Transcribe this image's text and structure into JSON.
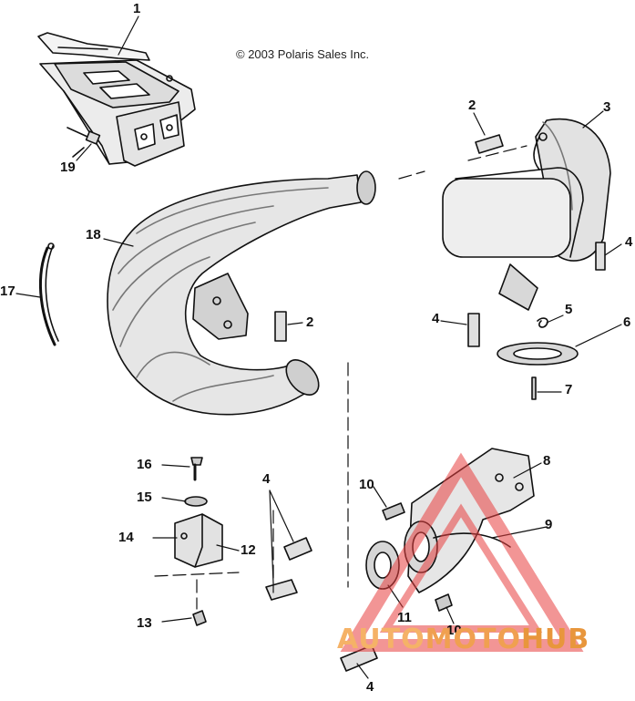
{
  "copyright": "© 2003 Polaris Sales Inc.",
  "callouts": {
    "c1": "1",
    "c2a": "2",
    "c2b": "2",
    "c3": "3",
    "c4a": "4",
    "c4b": "4",
    "c4c": "4",
    "c4d": "4",
    "c5": "5",
    "c6": "6",
    "c7": "7",
    "c8": "8",
    "c9": "9",
    "c10a": "10",
    "c10b": "10",
    "c11": "11",
    "c12": "12",
    "c13": "13",
    "c14": "14",
    "c15": "15",
    "c16": "16",
    "c17": "17",
    "c18": "18",
    "c19": "19"
  },
  "watermark": {
    "part1": "AUTO",
    "part2": "MOTO",
    "part3": "HUB",
    "color1": "#f5b267",
    "color2": "#f0a050",
    "color3": "#e8963c",
    "triangle_color": "#e84040"
  }
}
